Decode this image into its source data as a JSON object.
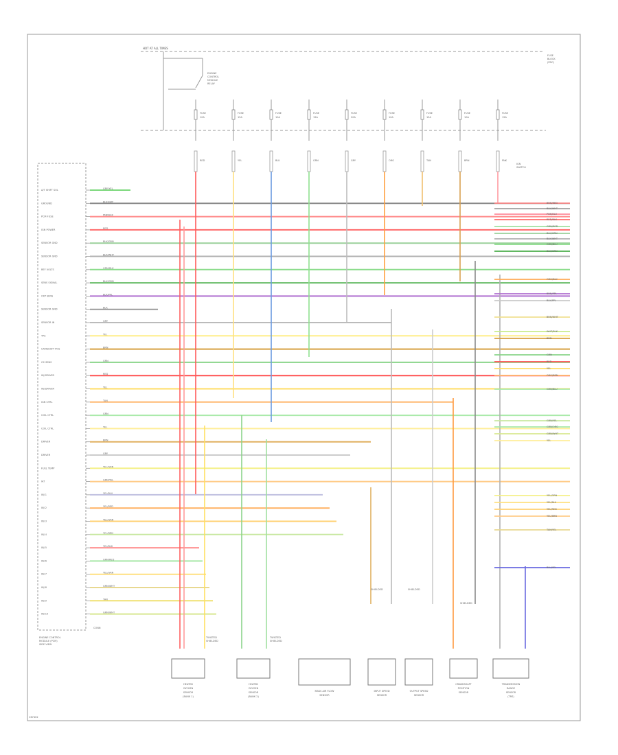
{
  "ecm": {
    "name_lines": [
      "ENGINE CONTROL",
      "MODULE (PCM)",
      "SIDE VIEW"
    ],
    "pins": [
      {
        "label": "A/T SHIFT SOL",
        "wire": "GRY/YEL",
        "color": "#7cd87c"
      },
      {
        "label": "GROUND",
        "wire": "BLK/GRY",
        "color": "#8a8a8a"
      },
      {
        "label": "PCM FUSE",
        "wire": "PNK/BLK",
        "color": "#ff8a8a"
      },
      {
        "label": "IGN POWER",
        "wire": "RED",
        "color": "#ff6a6a"
      },
      {
        "label": "SENSOR GND",
        "wire": "BLK/GRN",
        "color": "#9ad09a"
      },
      {
        "label": "SENSOR GND",
        "wire": "BLK/WHT",
        "color": "#b0b0b0"
      },
      {
        "label": "REF VOLTS",
        "wire": "GRN/BLK",
        "color": "#8adc8a"
      },
      {
        "label": "SENS SIGNAL",
        "wire": "BLK/GRN",
        "color": "#66bb66"
      },
      {
        "label": "CKP SENS",
        "wire": "BLK/PPL",
        "color": "#b070d0"
      },
      {
        "label": "SENSOR GND",
        "wire": "BLK",
        "color": "#9a9a9a"
      },
      {
        "label": "SENSOR IN",
        "wire": "GRY",
        "color": "#bbbbbb"
      },
      {
        "label": "TPS",
        "wire": "YEL",
        "color": "#ffee88"
      },
      {
        "label": "CAMSHAFT POS",
        "wire": "BRN",
        "color": "#d6a040"
      },
      {
        "label": "O2 SENS",
        "wire": "GRN",
        "color": "#8ad48a"
      },
      {
        "label": "INJ DRIVER",
        "wire": "RED",
        "color": "#ff5050"
      },
      {
        "label": "INJ DRIVER",
        "wire": "YEL",
        "color": "#ffdd66"
      },
      {
        "label": "IGN CTRL",
        "wire": "TAN",
        "color": "#ffb870"
      },
      {
        "label": "COIL CTRL",
        "wire": "GRN",
        "color": "#aaeaaa"
      },
      {
        "label": "COIL CTRL",
        "wire": "YEL",
        "color": "#ffee99"
      },
      {
        "label": "DRIVER",
        "wire": "BRN",
        "color": "#e0b060"
      },
      {
        "label": "DRIVER",
        "wire": "GRY",
        "color": "#cccccc"
      },
      {
        "label": "FUEL TEMP",
        "wire": "YEL/GRN",
        "color": "#f4f088"
      },
      {
        "label": "IAT",
        "wire": "GRN/YEL",
        "color": "#ffcc88"
      },
      {
        "label": "INJ 1",
        "wire": "YEL/BLU",
        "color": "#c0c0e0"
      },
      {
        "label": "INJ 2",
        "wire": "YEL/RED",
        "color": "#ffb060"
      },
      {
        "label": "INJ 3",
        "wire": "YEL/GRN",
        "color": "#ffd070"
      },
      {
        "label": "INJ 4",
        "wire": "YEL/BRN",
        "color": "#c8e8a0"
      },
      {
        "label": "INJ 5",
        "wire": "YEL/BLK",
        "color": "#ff9090"
      },
      {
        "label": "INJ 6",
        "wire": "GRN/RED",
        "color": "#a8e8a8"
      },
      {
        "label": "INJ 7",
        "wire": "YEL/GRN",
        "color": "#ffe080"
      },
      {
        "label": "INJ 8",
        "wire": "GRN/WHT",
        "color": "#e8d890"
      },
      {
        "label": "INJ 9",
        "wire": "TAN",
        "color": "#f0e070"
      },
      {
        "label": "INJ 10",
        "wire": "GRN/WHT",
        "color": "#d8e890"
      }
    ],
    "pin_footer": "CONN"
  },
  "power": {
    "hot_label": "HOT AT ALL TIMES",
    "relay_label": [
      "ENGINE",
      "CONTROL",
      "MODULE",
      "RELAY"
    ],
    "fuse_block": [
      "FUSE",
      "BLOCK",
      "(PDC)"
    ],
    "fuses": [
      {
        "name": "FUSE",
        "amps": "10A",
        "wire": "RED",
        "color": "#ff5a5a"
      },
      {
        "name": "FUSE",
        "amps": "15A",
        "wire": "YEL",
        "color": "#ffe080"
      },
      {
        "name": "FUSE",
        "amps": "10A",
        "wire": "BLU",
        "color": "#6a9ae0"
      },
      {
        "name": "FUSE",
        "amps": "15A",
        "wire": "GRN",
        "color": "#90e090"
      },
      {
        "name": "FUSE",
        "amps": "20A",
        "wire": "GRY",
        "color": "#bdbdbd"
      },
      {
        "name": "FUSE",
        "amps": "10A",
        "wire": "ORG",
        "color": "#ffa040"
      },
      {
        "name": "FUSE",
        "amps": "15A",
        "wire": "TAN",
        "color": "#f0c070"
      },
      {
        "name": "FUSE",
        "amps": "10A",
        "wire": "BRN",
        "color": "#d8a050"
      },
      {
        "name": "FUSE",
        "amps": "15A",
        "wire": "PNK",
        "color": "#ff9aa0"
      }
    ],
    "ign_label": [
      "IGN",
      "SWITCH"
    ]
  },
  "right_labels": [
    {
      "wire": "BRN/RED",
      "color": "#ff8a8a"
    },
    {
      "wire": "BLK/WHT",
      "color": "#a0a0a0"
    },
    {
      "wire": "PNK/BLU",
      "color": "#ff8a9a"
    },
    {
      "wire": "RED/BLK",
      "color": "#ff6a6a"
    },
    {
      "wire": "GRN/RED",
      "color": "#a0e0a0"
    },
    {
      "wire": "BLK/GRN",
      "color": "#9ad09a"
    },
    {
      "wire": "BLK/WHT",
      "color": "#b0b0b0"
    },
    {
      "wire": "GRN/BLU",
      "color": "#8adc8a"
    },
    {
      "wire": "BLK/GRN",
      "color": "#4cae4c"
    },
    {
      "wire": "ORG/BLK",
      "color": "#ffaa55"
    },
    {
      "wire": "BRN/PPL",
      "color": "#b070d0"
    },
    {
      "wire": "BLK/PPL",
      "color": "#c9c9c9"
    },
    {
      "wire": "BRN/WHT",
      "color": "#f0e090"
    },
    {
      "wire": "WHT/BLK",
      "color": "#c8ec8a"
    },
    {
      "wire": "BRN",
      "color": "#d6a040"
    },
    {
      "wire": "GRN",
      "color": "#8ad48a"
    },
    {
      "wire": "RED",
      "color": "#ff5050"
    },
    {
      "wire": "YEL",
      "color": "#ffdd66"
    },
    {
      "wire": "ORG/BRN",
      "color": "#ffb870"
    },
    {
      "wire": "GRN/BLU",
      "color": "#aaeaaa"
    },
    {
      "wire": "GRN/YEL",
      "color": "#c8e8a0"
    },
    {
      "wire": "GRN/ORG",
      "color": "#a8e8a8"
    },
    {
      "wire": "GRN/WHT",
      "color": "#d8e890"
    },
    {
      "wire": "YEL",
      "color": "#ffee99"
    },
    {
      "wire": "YEL/GRN",
      "color": "#f4f088"
    },
    {
      "wire": "YEL/BLU",
      "color": "#ffe080"
    },
    {
      "wire": "YEL/RED",
      "color": "#ffd070"
    },
    {
      "wire": "YEL/BRN",
      "color": "#ffcc88"
    },
    {
      "wire": "TAN/YEL",
      "color": "#e8d890"
    },
    {
      "wire": "BLU/YEL",
      "color": "#6a6ae0"
    }
  ],
  "components": [
    {
      "lines": [
        "HEATED",
        "OXYGEN",
        "SENSOR",
        "(BANK 1)"
      ]
    },
    {
      "lines": [
        "HEATED",
        "OXYGEN",
        "SENSOR",
        "(BANK 2)"
      ]
    },
    {
      "lines": [
        "MASS AIR FLOW",
        "SENSOR"
      ]
    },
    {
      "lines": [
        "INPUT SPEED",
        "SENSOR"
      ]
    },
    {
      "lines": [
        "OUTPUT SPEED",
        "SENSOR"
      ]
    },
    {
      "lines": [
        "CRANKSHAFT",
        "POSITION",
        "SENSOR"
      ]
    },
    {
      "lines": [
        "TRANSMISSION",
        "RANGE",
        "SENSOR",
        "(TRS)"
      ]
    }
  ],
  "shield_notes": [
    {
      "lines": [
        "TWISTED",
        "SHIELDED"
      ]
    },
    {
      "lines": [
        "TWISTED",
        "SHIELDED"
      ]
    }
  ],
  "shielded_tags": [
    "SHIELDED",
    "SHIELDED",
    "SHIELDED"
  ],
  "footer_code": "C67402"
}
